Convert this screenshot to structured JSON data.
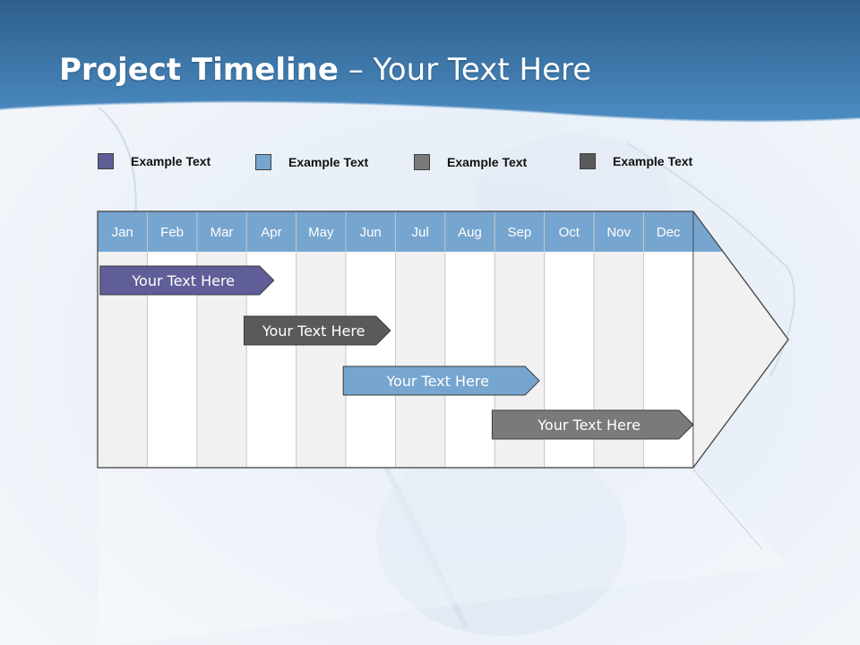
{
  "title": {
    "bold": "Project Timeline",
    "rest": " – Your Text Here"
  },
  "colors": {
    "header": "#2f6da1",
    "month_header": "#76a5cf",
    "purple": "#5f5e98",
    "dark_gray": "#5a5a5a",
    "blue": "#76a5cf",
    "gray": "#7a7a7a"
  },
  "legend": [
    {
      "label": "Example Text",
      "color": "#5f5e98"
    },
    {
      "label": "Example Text",
      "color": "#76a5cf"
    },
    {
      "label": "Example Text",
      "color": "#7a7a7a"
    },
    {
      "label": "Example Text",
      "color": "#5a5a5a"
    }
  ],
  "timeline": {
    "months": [
      "Jan",
      "Feb",
      "Mar",
      "Apr",
      "May",
      "Jun",
      "Jul",
      "Aug",
      "Sep",
      "Oct",
      "Nov",
      "Dec"
    ],
    "tasks": [
      {
        "label": "Your  Text Here",
        "start_month": 0.05,
        "end_month": 3.55,
        "color": "#5f5e98"
      },
      {
        "label": "Your  Text Here",
        "start_month": 2.95,
        "end_month": 5.9,
        "color": "#5a5a5a"
      },
      {
        "label": "Your  Text Here",
        "start_month": 4.95,
        "end_month": 8.9,
        "color": "#76a5cf"
      },
      {
        "label": "Your  Text Here",
        "start_month": 7.95,
        "end_month": 12.0,
        "color": "#7a7a7a"
      }
    ]
  }
}
